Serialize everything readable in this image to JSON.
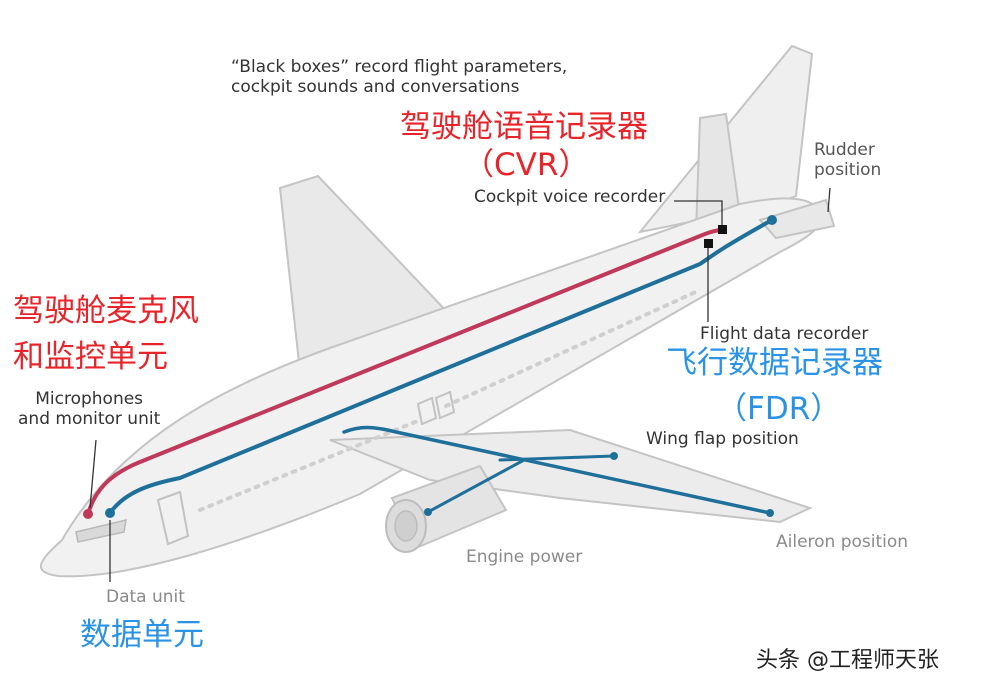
{
  "headline": {
    "line1": "“Black boxes” record flight parameters,",
    "line2": "cockpit sounds and conversations"
  },
  "cvr": {
    "cn_name": "驾驶舱语音记录器",
    "cn_abbr": "（CVR）",
    "en_label": "Cockpit voice recorder"
  },
  "fdr": {
    "cn_name": "飞行数据记录器",
    "cn_abbr": "（FDR）",
    "en_label": "Flight data recorder"
  },
  "microphones": {
    "cn_line1": "驾驶舱麦克风",
    "cn_line2": "和监控单元",
    "en_line1": "Microphones",
    "en_line2": "and monitor unit"
  },
  "data_unit": {
    "en_label": "Data unit",
    "cn_label": "数据单元"
  },
  "sensors": {
    "rudder_line1": "Rudder",
    "rudder_line2": "position",
    "wing_flap": "Wing flap position",
    "engine_power": "Engine power",
    "aileron": "Aileron position"
  },
  "watermark": "头条 @工程师天张",
  "colors": {
    "cvr_wire": "#c0395a",
    "fdr_wire": "#1f6f9b",
    "cn_red": "#e8242a",
    "cn_blue": "#2b93e6",
    "airframe": "#eeeeee",
    "airframe_edge": "#c4c4c4"
  }
}
